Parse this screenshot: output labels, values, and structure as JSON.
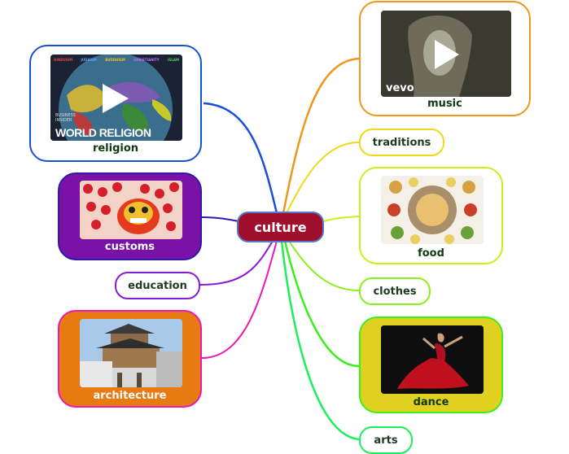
{
  "center": {
    "label": "culture"
  },
  "nodes": {
    "religion": {
      "label": "religion",
      "color": "#1a4fd6"
    },
    "customs": {
      "label": "customs",
      "color": "#2d1aa8",
      "fill": "#7a12a8"
    },
    "education": {
      "label": "education",
      "color": "#8a1ad6"
    },
    "architecture": {
      "label": "architecture",
      "color": "#e81ab8",
      "fill": "#e87a12"
    },
    "music": {
      "label": "music",
      "color": "#f0961a"
    },
    "traditions": {
      "label": "traditions",
      "color": "#f0d81a"
    },
    "food": {
      "label": "food",
      "color": "#c8f01a"
    },
    "clothes": {
      "label": "clothes",
      "color": "#8af01a"
    },
    "dance": {
      "label": "dance",
      "color": "#3af01a",
      "fill": "#e0d020"
    },
    "arts": {
      "label": "arts",
      "color": "#1af05a"
    }
  },
  "media": {
    "religion_video": {
      "tags": [
        "HINDUISM",
        "JUDAISM",
        "BUDDHISM",
        "CHRISTIANITY",
        "ISLAM"
      ],
      "brand": "BUSINESS INSIDER",
      "title": "WORLD RELIGION"
    },
    "music_video": {
      "brand": "vevo"
    }
  }
}
